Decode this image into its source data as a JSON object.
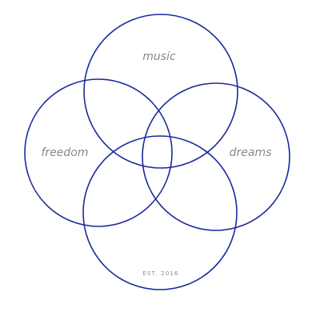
{
  "colors": {
    "ring_stroke": "#1a2a9c",
    "label_text": "#8a8a8a",
    "background": "#ffffff"
  },
  "labels": {
    "top": "music",
    "left": "freedom",
    "right": "dreams",
    "bottom": "EST. 2016"
  }
}
